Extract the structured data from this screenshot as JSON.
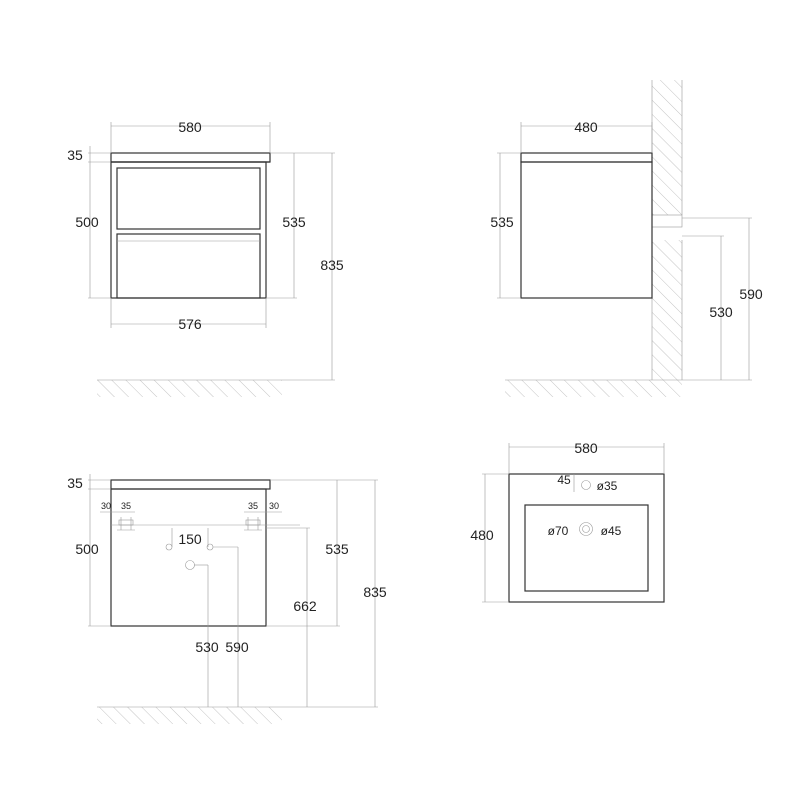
{
  "front_view": {
    "width": "580",
    "top_thickness": "35",
    "body_height": "500",
    "side_height": "535",
    "total_height": "835",
    "inner_width": "576"
  },
  "side_view": {
    "depth": "480",
    "height": "535",
    "mount_height_1": "590",
    "mount_height_2": "530"
  },
  "back_view": {
    "top_thickness": "35",
    "edge_left": "30",
    "bracket_left": "35",
    "bracket_right": "35",
    "edge_right": "30",
    "body_height": "500",
    "side_height": "535",
    "total_height": "835",
    "drain_spacing": "150",
    "drain_height": "662",
    "pipe_height_1": "530",
    "pipe_height_2": "590"
  },
  "top_view": {
    "width": "580",
    "depth": "480",
    "tap_offset": "45",
    "tap_hole": "ø35",
    "drain_hole": "ø70",
    "overflow_hole": "ø45"
  }
}
